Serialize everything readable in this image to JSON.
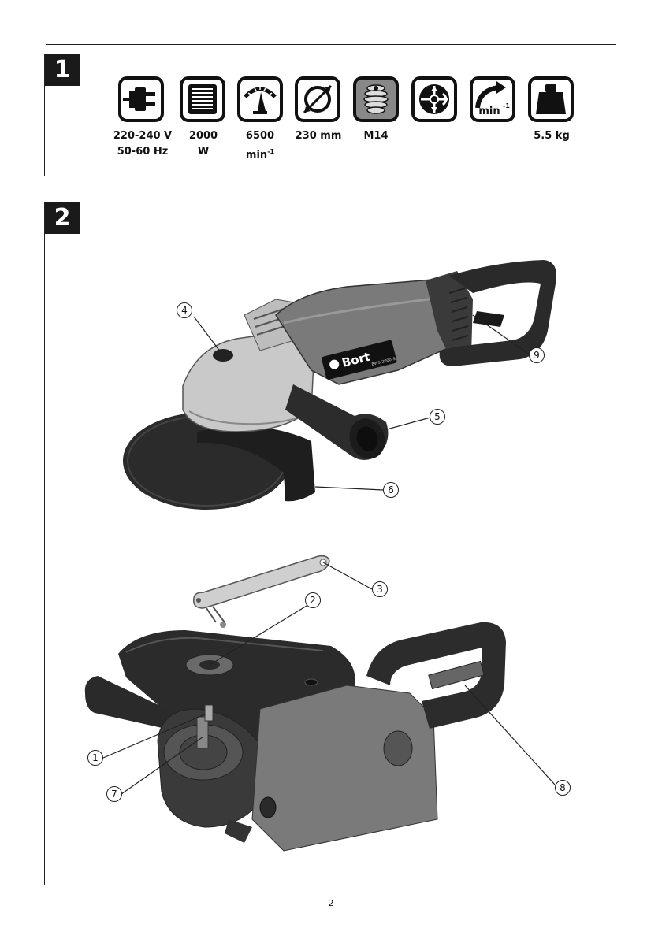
{
  "panels": {
    "panel1": {
      "number": "1"
    },
    "panel2": {
      "number": "2"
    }
  },
  "specs": [
    {
      "icon": "power-plug-icon",
      "line1": "220-240 V",
      "line2": "50-60 Hz"
    },
    {
      "icon": "motor-winding-icon",
      "line1": "2000",
      "line2": "W"
    },
    {
      "icon": "speedometer-icon",
      "line1": "6500",
      "line2": "min",
      "line2_sup": "-1"
    },
    {
      "icon": "disc-diameter-icon",
      "line1": "230 mm",
      "line2": ""
    },
    {
      "icon": "spindle-thread-icon",
      "line1": "M14",
      "line2": ""
    },
    {
      "icon": "soft-start-icon",
      "line1": "",
      "line2": ""
    },
    {
      "icon": "speed-control-icon",
      "icon_text": "min",
      "icon_text_sup": "-1",
      "line1": "",
      "line2": ""
    },
    {
      "icon": "weight-icon",
      "line1": "5.5 kg",
      "line2": ""
    }
  ],
  "callouts": [
    "1",
    "2",
    "3",
    "4",
    "5",
    "6",
    "7",
    "8",
    "9"
  ],
  "brand": {
    "logo_text": "Bort",
    "model_text": "BWS-2000-S"
  },
  "footer": {
    "page_number": "2"
  },
  "colors": {
    "ink": "#111111",
    "panel_badge": "#1a1a1a",
    "tool_body": "#6e6e6e",
    "tool_grip": "#2a2a2a"
  }
}
